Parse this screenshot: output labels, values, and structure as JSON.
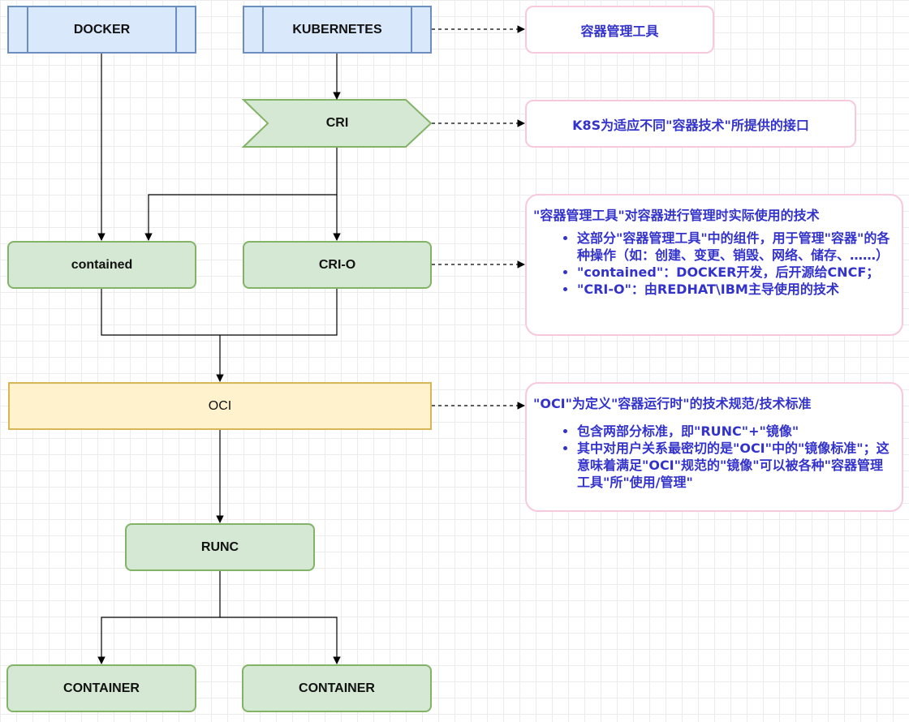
{
  "nodes": {
    "docker": "DOCKER",
    "kubernetes": "KUBERNETES",
    "cri": "CRI",
    "contained": "contained",
    "cri_o": "CRI-O",
    "oci": "OCI",
    "runc": "RUNC",
    "container_left": "CONTAINER",
    "container_right": "CONTAINER"
  },
  "notes": {
    "container_tools": "容器管理工具",
    "cri_interface": "K8S为适应不同\"容器技术\"所提供的接口",
    "runtime": {
      "title": "\"容器管理工具\"对容器进行管理时实际使用的技术",
      "items": [
        "这部分\"容器管理工具\"中的组件，用于管理\"容器\"的各种操作（如：创建、变更、销毁、网络、储存、……）",
        "\"contained\"：DOCKER开发，后开源给CNCF；",
        "\"CRI-O\"：由REDHAT\\IBM主导使用的技术"
      ]
    },
    "oci_spec": {
      "title": "\"OCI\"为定义\"容器运行时\"的技术规范/技术标准",
      "items": [
        "包含两部分标准，即\"RUNC\"+\"镜像\"",
        "其中对用户关系最密切的是\"OCI\"中的\"镜像标准\"；这意味着满足\"OCI\"规范的\"镜像\"可以被各种\"容器管理工具\"所\"使用/管理\""
      ]
    }
  },
  "colors": {
    "green_fill": "#d5e8d4",
    "green_stroke": "#82b366",
    "blue_fill": "#dae8fc",
    "blue_stroke": "#6c8ebf",
    "yellow_fill": "#fff2cc",
    "yellow_stroke": "#d6b656",
    "note_border": "#f8c8dc",
    "note_text": "#3333cc",
    "purple_marker": "#9673a6"
  },
  "icons": {
    "oci_marker": "triangle-right-icon",
    "note_bullet": "bullet-dot-icon"
  }
}
